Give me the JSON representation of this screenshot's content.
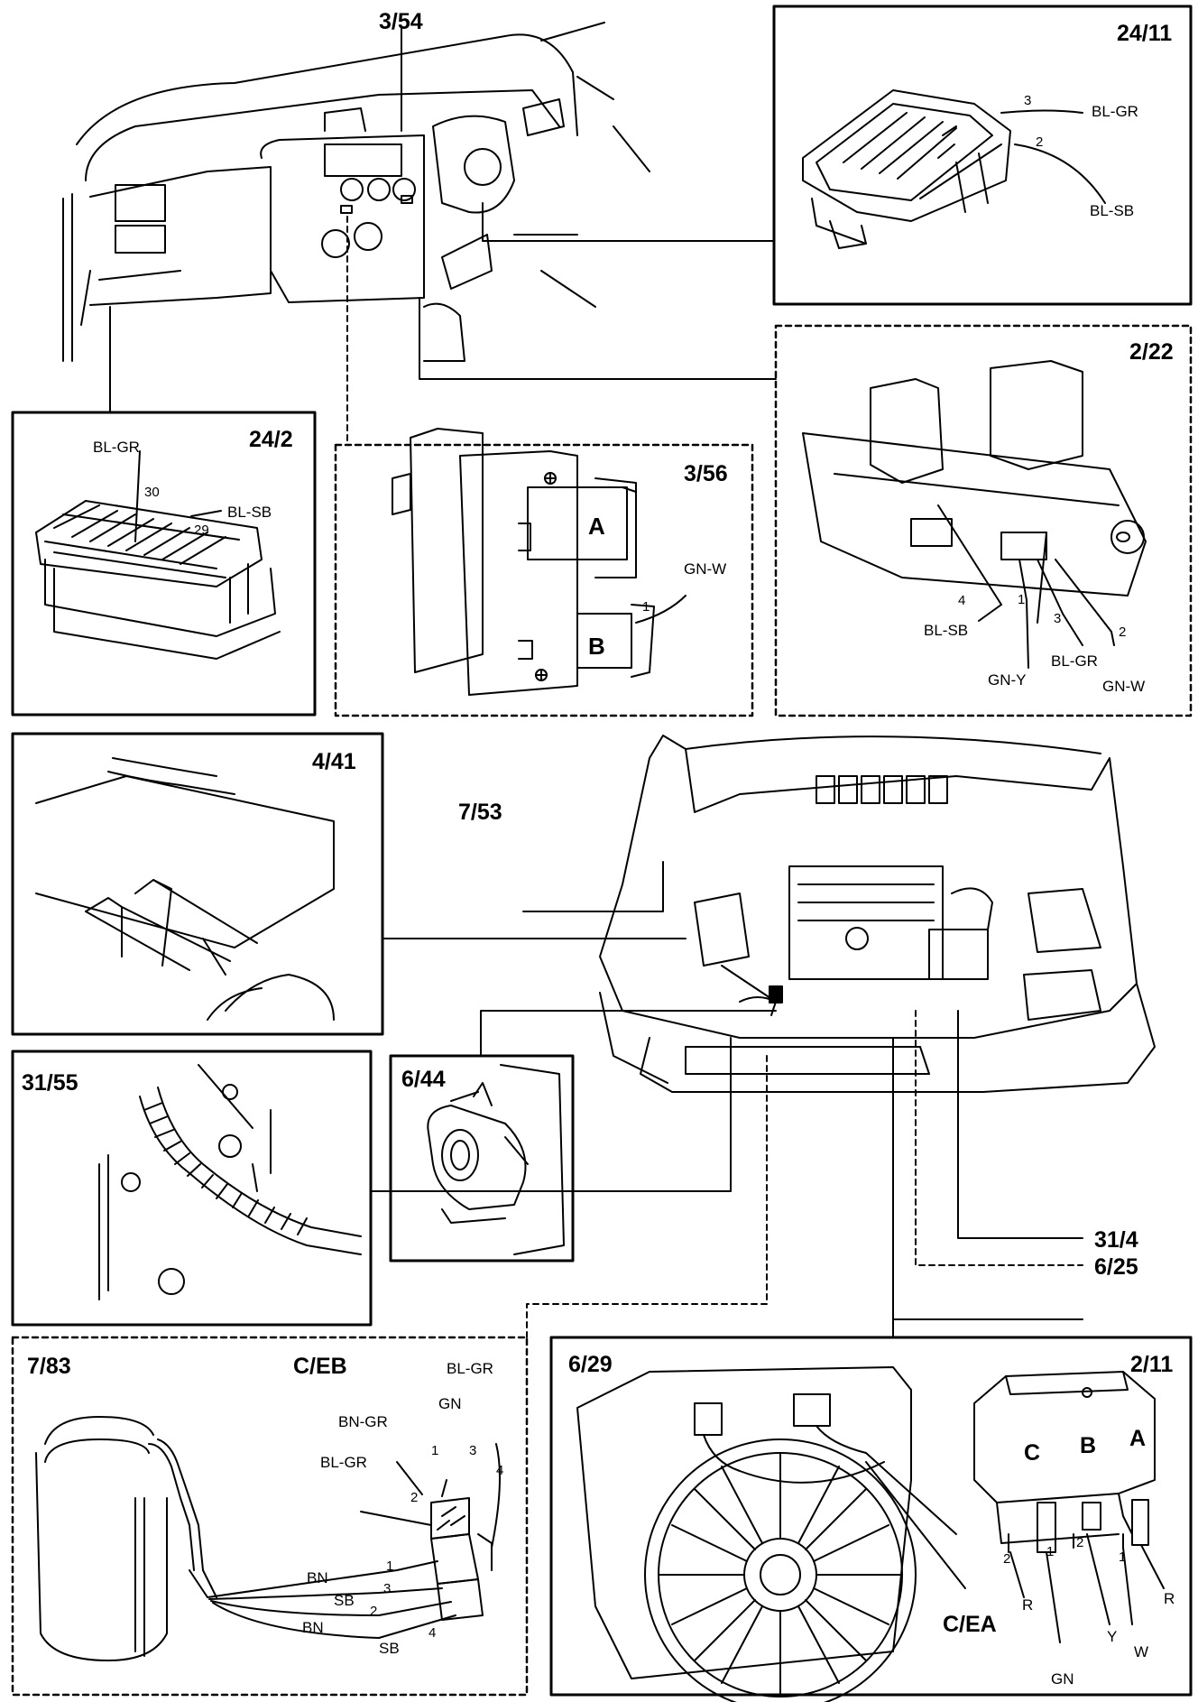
{
  "refs": {
    "r3_54": "3/54",
    "r24_11": "24/11",
    "r2_22": "2/22",
    "r24_2": "24/2",
    "r3_56": "3/56",
    "r4_41": "4/41",
    "r7_53": "7/53",
    "r31_55": "31/55",
    "r6_44": "6/44",
    "r31_4": "31/4",
    "r6_25": "6/25",
    "r7_83": "7/83",
    "r6_29": "6/29",
    "r2_11": "2/11"
  },
  "connectors": {
    "ceb": "C/EB",
    "cea": "C/EA"
  },
  "wires": {
    "bl_gr": "BL-GR",
    "bl_sb": "BL-SB",
    "gn_w": "GN-W",
    "gn_y": "GN-Y",
    "gn": "GN",
    "bn_gr": "BN-GR",
    "bn": "BN",
    "sb": "SB",
    "r": "R",
    "y": "Y",
    "w": "W"
  },
  "pins": {
    "p1": "1",
    "p2": "2",
    "p3": "3",
    "p4": "4",
    "p29": "29",
    "p30": "30"
  },
  "sockets": {
    "a": "A",
    "b": "B",
    "c": "C"
  }
}
